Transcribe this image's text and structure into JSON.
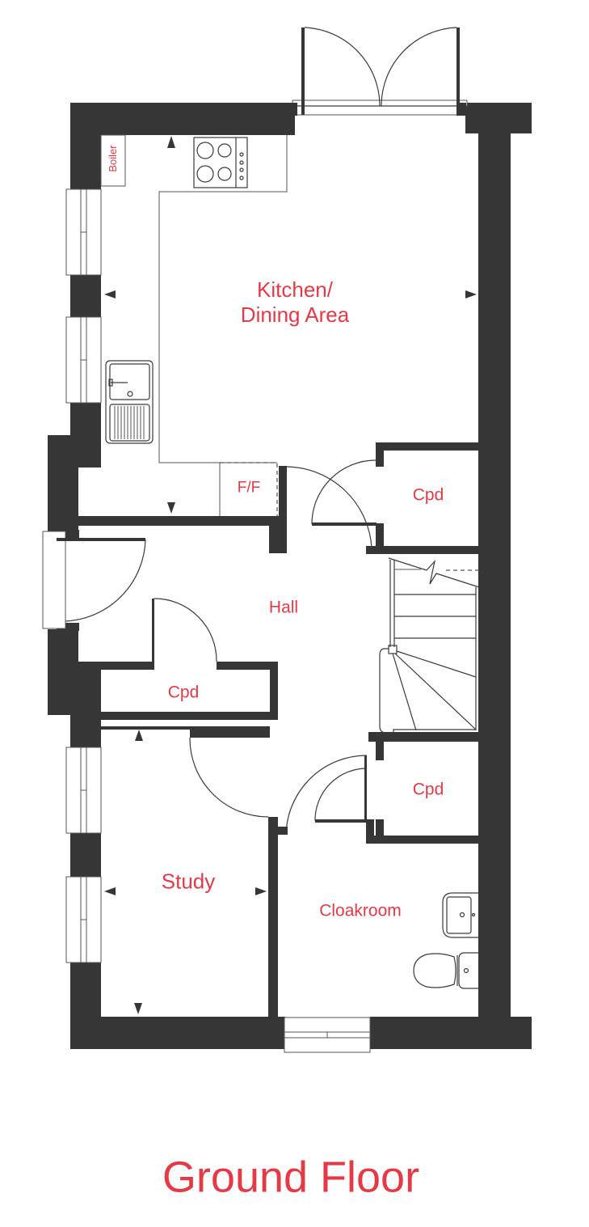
{
  "floor": {
    "title": "Ground Floor",
    "colors": {
      "wall": "#363636",
      "label": "#e63946",
      "line": "#3a3a3a",
      "background": "#ffffff"
    }
  },
  "rooms": {
    "kitchen": {
      "line1": "Kitchen/",
      "line2": "Dining Area"
    },
    "hall": "Hall",
    "study": "Study",
    "cloakroom": "Cloakroom",
    "cpd_kitchen": "Cpd",
    "cpd_hall": "Cpd",
    "cpd_cloak": "Cpd"
  },
  "fixtures": {
    "boiler": "Boiler",
    "fridge_freezer": "F/F",
    "hob": "hob-icon",
    "sink": "sink-icon",
    "basin": "basin-icon",
    "wc": "toilet-icon",
    "stairs": "staircase-icon",
    "french_doors": "double-door-icon"
  }
}
